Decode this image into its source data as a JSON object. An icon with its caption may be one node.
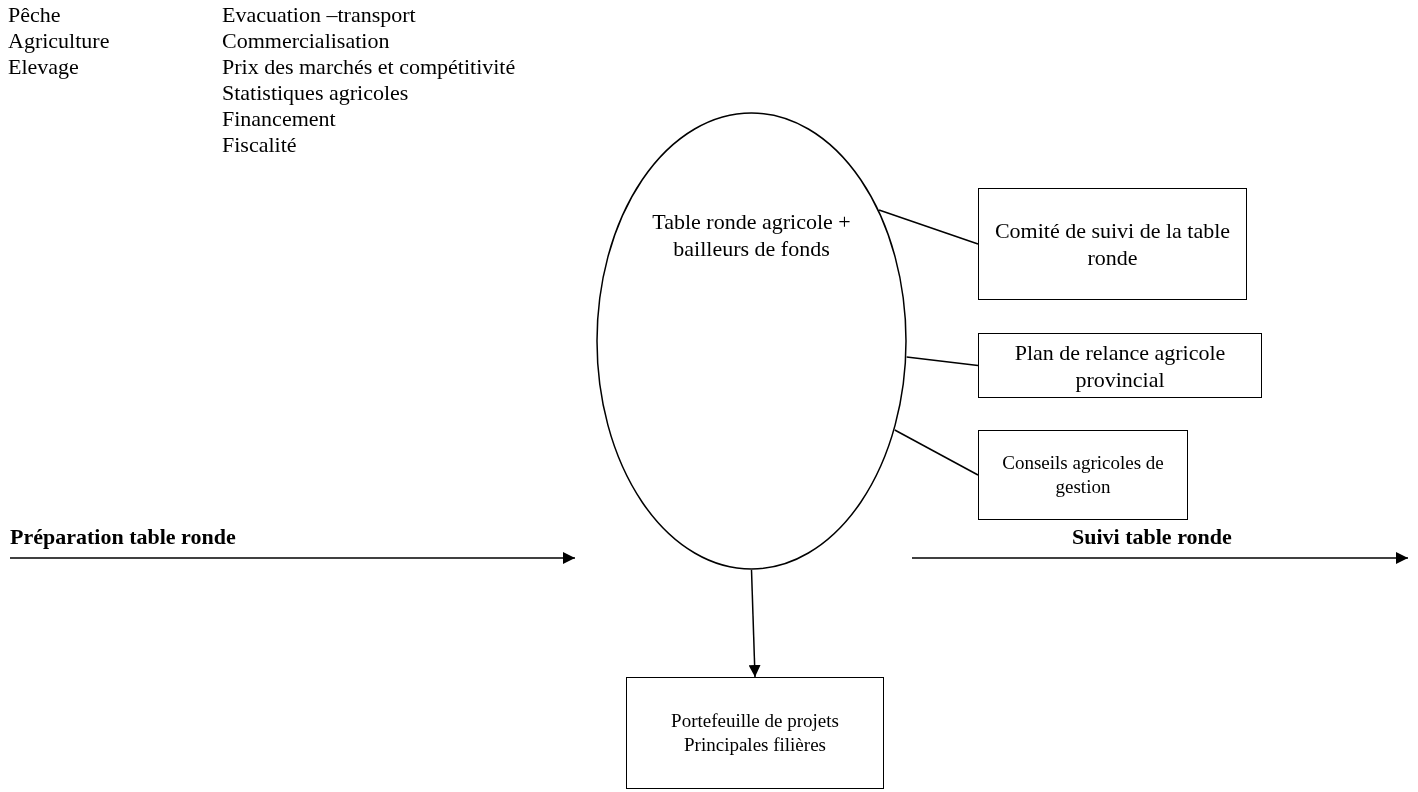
{
  "diagram": {
    "nodes": [
      {
        "text": [
          "Table ronde agricole + bailleurs de fonds"
        ]
      },
      {
        "text": [
          "Comité de suivi de la table ronde"
        ]
      },
      {
        "text": [
          "Plan de relance agricole provincial"
        ]
      },
      {
        "text": [
          "Conseils agricoles de gestion"
        ]
      },
      {
        "text": [
          "Portefeuille de projets",
          "Principales filières"
        ]
      }
    ],
    "edges": [
      {
        "from": 0,
        "to": 1,
        "arrow": "none"
      },
      {
        "from": 0,
        "to": 2,
        "arrow": "none"
      },
      {
        "from": 0,
        "to": 3,
        "arrow": "none"
      },
      {
        "from": 0,
        "to": 4,
        "arrow": "to"
      }
    ],
    "labels": [
      "Pêche",
      "Evacuation –transport",
      "Agriculture",
      "Commercialisation",
      "Elevage",
      "Prix des marchés et compétitivité",
      "Statistiques agricoles",
      "Financement",
      "Fiscalité",
      "Préparation table ronde",
      "Suivi table ronde"
    ]
  }
}
